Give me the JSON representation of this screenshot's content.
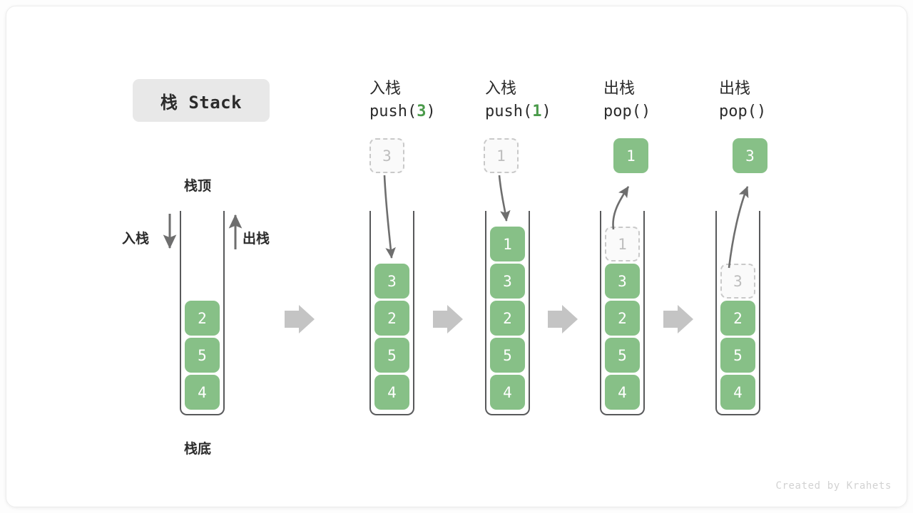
{
  "figure": {
    "title": "栈 Stack",
    "footer": "Created by Krahets",
    "colors": {
      "element_fill": "#87c087",
      "element_text": "#ffffff",
      "ghost_fill": "#fafafa",
      "ghost_border": "#c9c9c9",
      "ghost_text": "#bdbdbd",
      "container_stroke": "#58595b",
      "arrow_gray": "#6e6e6e",
      "block_arrow": "#c4c4c4",
      "accent_green": "#4a9a4a",
      "chip_bg": "#e8e8e8"
    }
  },
  "legend": {
    "top_label": "栈顶",
    "bottom_label": "栈底",
    "push_label": "入栈",
    "pop_label": "出栈"
  },
  "columns": [
    {
      "id": "initial",
      "header_cn": "",
      "header_code": "",
      "header_arg": "",
      "stack": [
        "2",
        "5",
        "4"
      ],
      "ghost_in_stack": null,
      "float_cell": null,
      "float_cell_style": null
    },
    {
      "id": "push-3",
      "header_cn": "入栈",
      "header_code_prefix": "push(",
      "header_arg": "3",
      "header_code_suffix": ")",
      "stack": [
        "3",
        "2",
        "5",
        "4"
      ],
      "ghost_in_stack": null,
      "float_cell": "3",
      "float_cell_style": "ghost"
    },
    {
      "id": "push-1",
      "header_cn": "入栈",
      "header_code_prefix": "push(",
      "header_arg": "1",
      "header_code_suffix": ")",
      "stack": [
        "1",
        "3",
        "2",
        "5",
        "4"
      ],
      "ghost_in_stack": null,
      "float_cell": "1",
      "float_cell_style": "ghost"
    },
    {
      "id": "pop-1",
      "header_cn": "出栈",
      "header_code_prefix": "pop(",
      "header_arg": "",
      "header_code_suffix": ")",
      "stack": [
        "3",
        "2",
        "5",
        "4"
      ],
      "ghost_in_stack": "1",
      "float_cell": "1",
      "float_cell_style": "solid"
    },
    {
      "id": "pop-3",
      "header_cn": "出栈",
      "header_code_prefix": "pop(",
      "header_arg": "",
      "header_code_suffix": ")",
      "stack": [
        "2",
        "5",
        "4"
      ],
      "ghost_in_stack": "3",
      "float_cell": "3",
      "float_cell_style": "solid"
    }
  ],
  "headers": {
    "c1_cn": "入栈",
    "c1_code": "push(",
    "c1_arg": "3",
    "c1_code_end": ")",
    "c2_cn": "入栈",
    "c2_code": "push(",
    "c2_arg": "1",
    "c2_code_end": ")",
    "c3_cn": "出栈",
    "c3_code": "pop()",
    "c4_cn": "出栈",
    "c4_code": "pop()"
  },
  "cells": {
    "s0": [
      "2",
      "5",
      "4"
    ],
    "s1": [
      "3",
      "2",
      "5",
      "4"
    ],
    "s2": [
      "1",
      "3",
      "2",
      "5",
      "4"
    ],
    "s3_ghost": "1",
    "s3": [
      "3",
      "2",
      "5",
      "4"
    ],
    "s4_ghost": "3",
    "s4": [
      "2",
      "5",
      "4"
    ],
    "f1": "3",
    "f2": "1",
    "f3": "1",
    "f4": "3"
  }
}
